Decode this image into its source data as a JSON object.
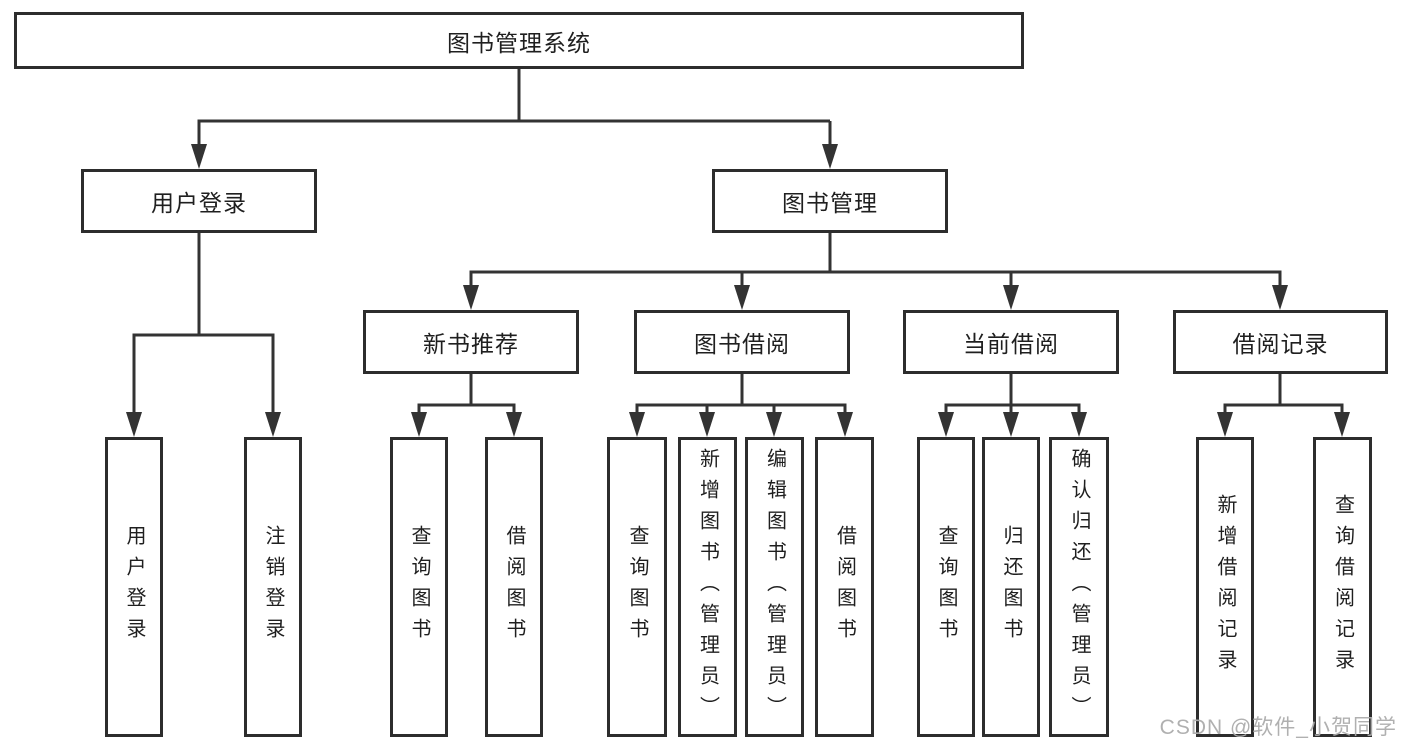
{
  "tree": {
    "root": "图书管理系统",
    "branches": [
      {
        "label": "用户登录",
        "children": [
          "用户登录",
          "注销登录"
        ]
      },
      {
        "label": "图书管理",
        "children": [
          {
            "label": "新书推荐",
            "children": [
              "查询图书",
              "借阅图书"
            ]
          },
          {
            "label": "图书借阅",
            "children": [
              "查询图书",
              "新增图书（管理员）",
              "编辑图书（管理员）",
              "借阅图书"
            ]
          },
          {
            "label": "当前借阅",
            "children": [
              "查询图书",
              "归还图书",
              "确认归还（管理员）"
            ]
          },
          {
            "label": "借阅记录",
            "children": [
              "新增借阅记录",
              "查询借阅记录"
            ]
          }
        ]
      }
    ]
  },
  "watermark": "CSDN @软件_小贺同学",
  "colors": {
    "line": "#333333",
    "box_border": "#2d2d2d",
    "text": "#1f1f1f",
    "background": "#ffffff",
    "watermark": "#acacac"
  }
}
